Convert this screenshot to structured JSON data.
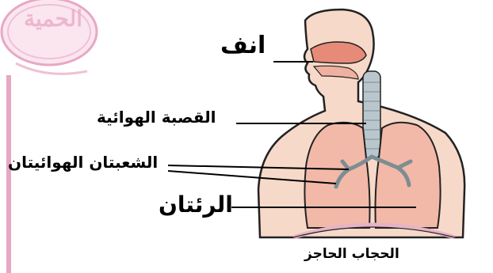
{
  "diagram": {
    "labels": {
      "nose": "انف",
      "trachea": "القصبة الهوائية",
      "bronchi": "الشعبتان الهوائيتان",
      "lungs": "الرئتان",
      "diaphragm": "الحجاب الحاجز"
    },
    "watermark": {
      "text": "الحمية",
      "color": "#e7a8c4"
    },
    "colors": {
      "outline": "#222222",
      "body": "#f6d9c8",
      "lung": "#f2b9a8",
      "nose": "#e88a78",
      "trachea": "#b9c7cc",
      "diaphragm": "#e6b3c6",
      "leader": "#000000"
    }
  }
}
